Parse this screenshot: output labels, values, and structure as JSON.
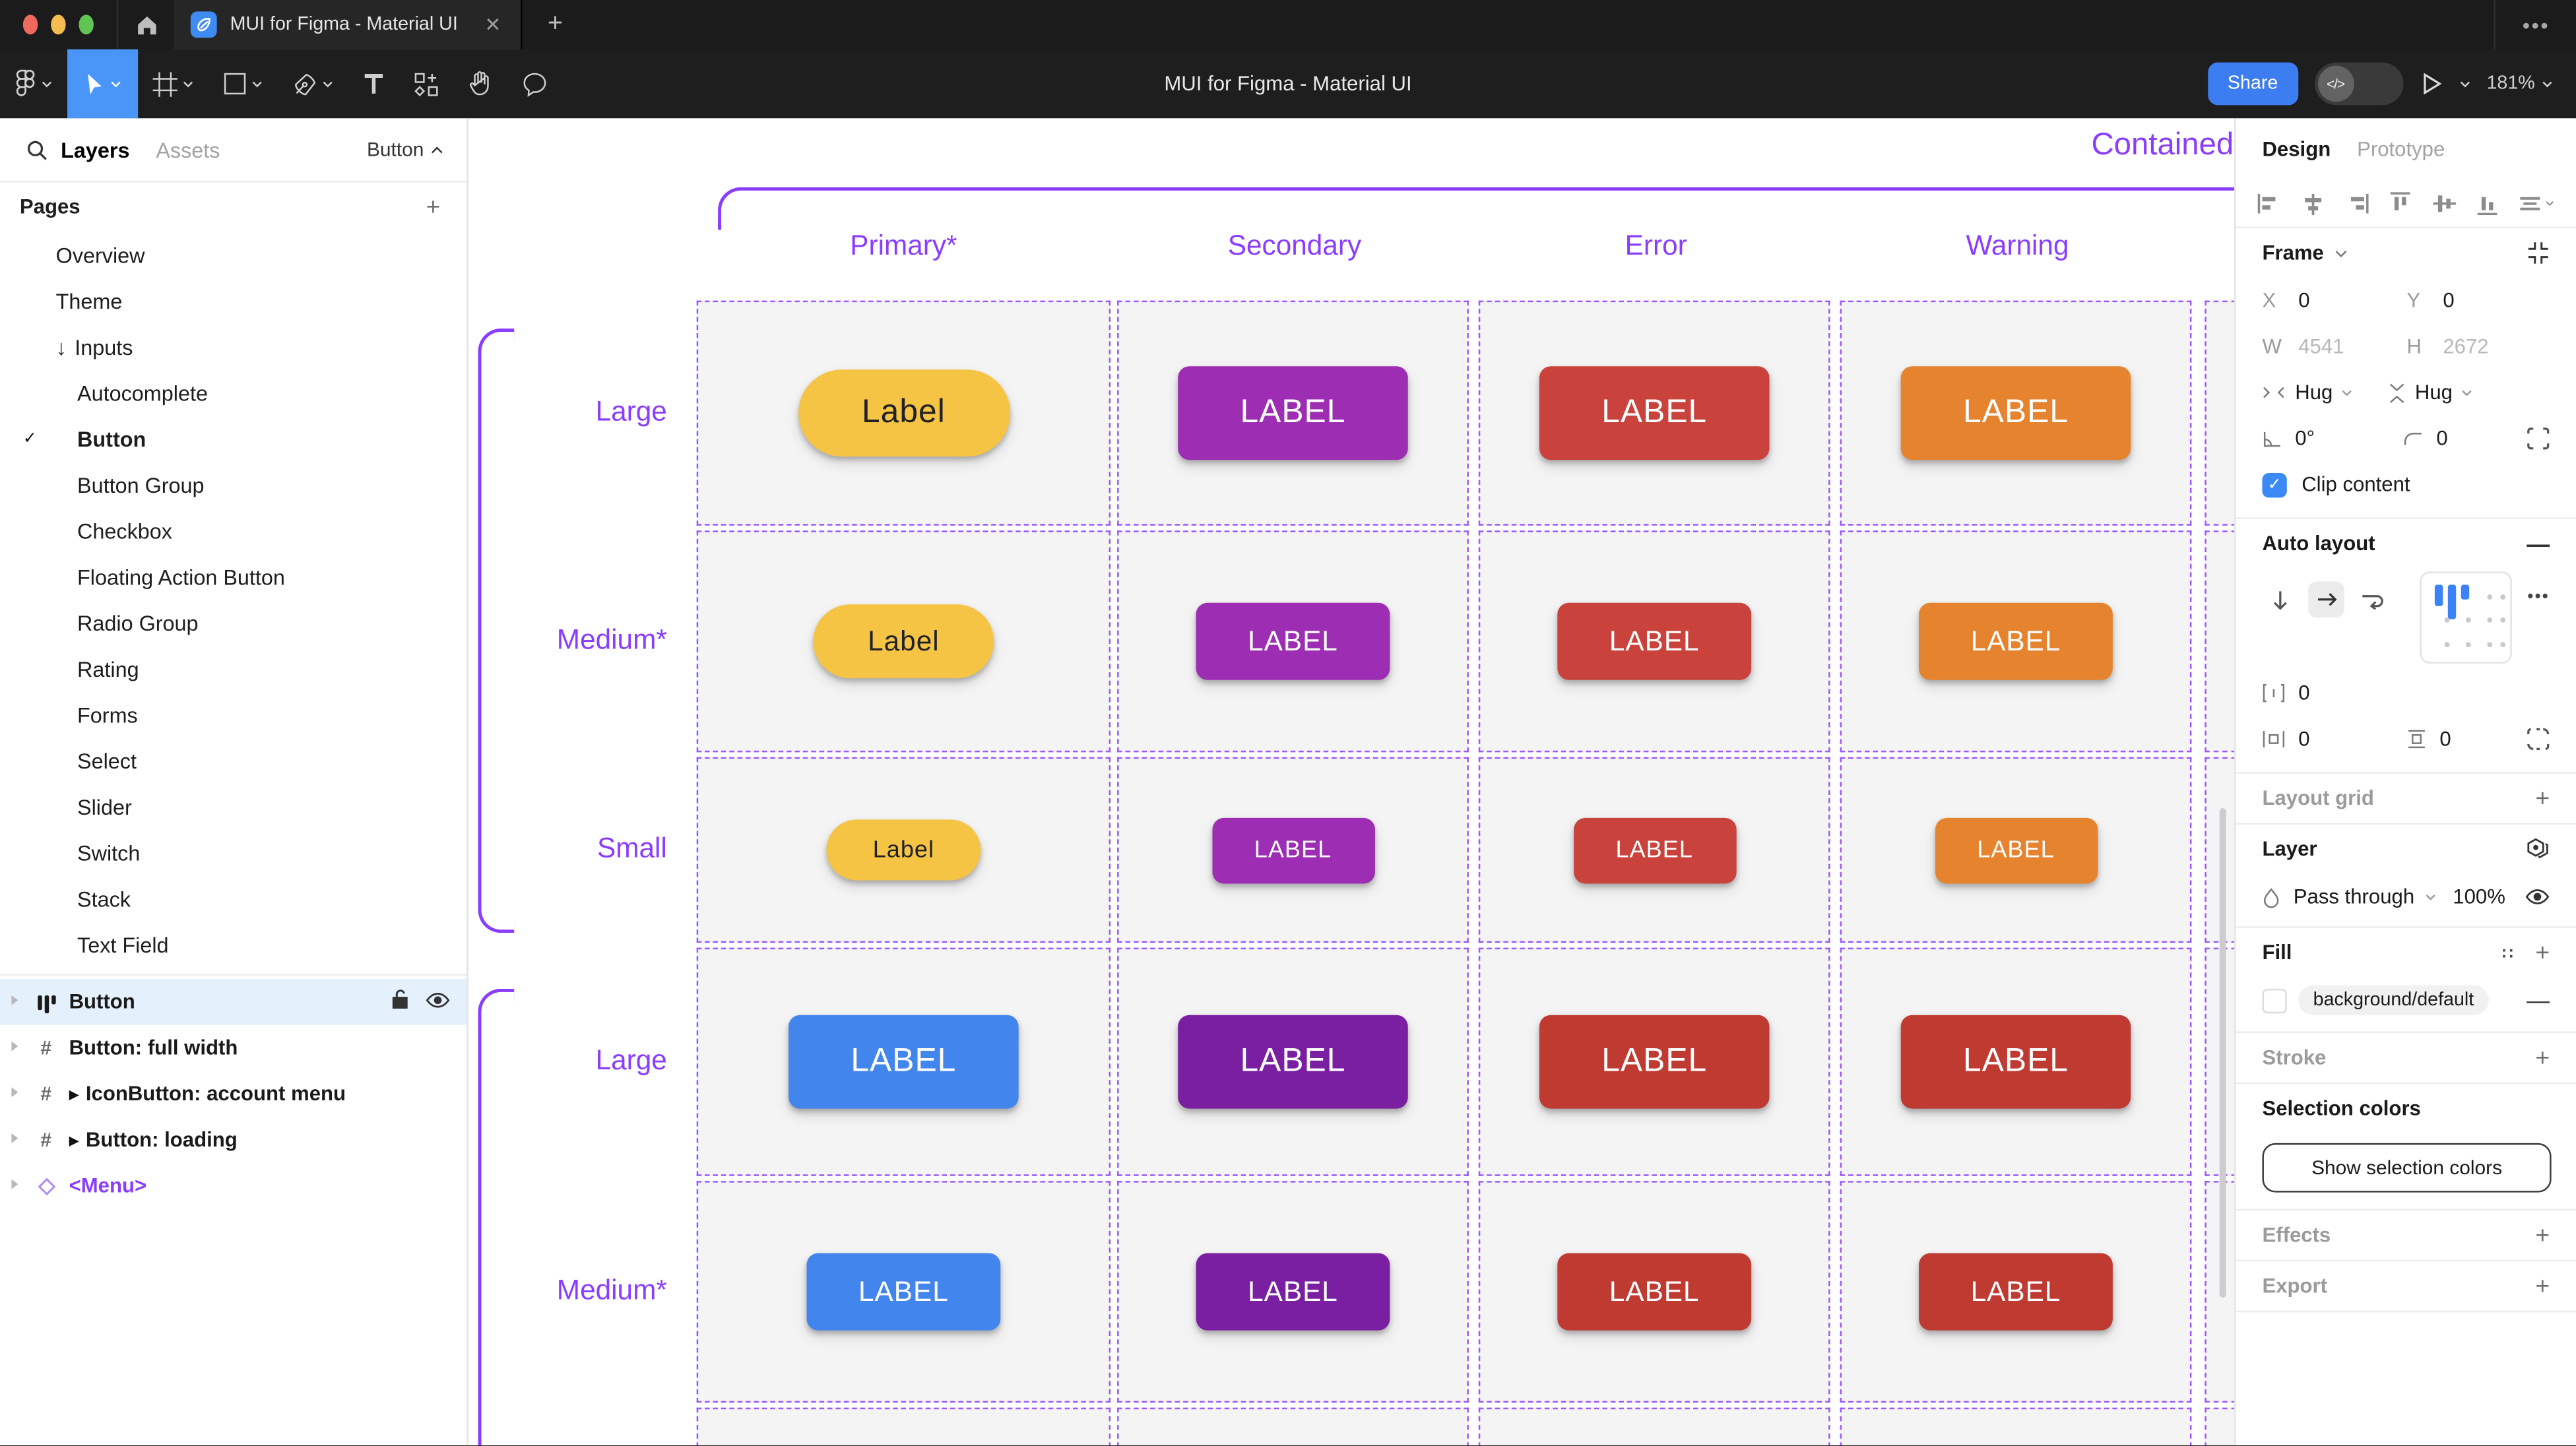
{
  "window": {
    "title": "MUI for Figma - Material UI",
    "close_label": "✕",
    "new_tab_label": "+",
    "more_label": "•••",
    "traffic_colors": [
      "#EE6A5F",
      "#F5BD4F",
      "#61C354"
    ]
  },
  "toolbar": {
    "document_title": "MUI for Figma - Material UI",
    "share_label": "Share",
    "dev_mode_glyph": "</>",
    "zoom_level": "181%",
    "tools": [
      "figma-menu",
      "move-tool",
      "frame-tool",
      "shape-tool",
      "pen-tool",
      "text-tool",
      "resources-tool",
      "hand-tool",
      "comment-tool"
    ]
  },
  "left_panel": {
    "tabs": [
      {
        "label": "Layers"
      },
      {
        "label": "Assets"
      }
    ],
    "component_chip": "Button",
    "pages_title": "Pages",
    "pages": [
      {
        "label": "Overview"
      },
      {
        "label": "Theme"
      },
      {
        "label": "Inputs",
        "arrow": "↓"
      },
      {
        "label": "Autocomplete",
        "indent": true
      },
      {
        "label": "Button",
        "indent": true,
        "active": true,
        "check": "✓"
      },
      {
        "label": "Button Group",
        "indent": true
      },
      {
        "label": "Checkbox",
        "indent": true
      },
      {
        "label": "Floating Action Button",
        "indent": true
      },
      {
        "label": "Radio Group",
        "indent": true
      },
      {
        "label": "Rating",
        "indent": true
      },
      {
        "label": "Forms",
        "indent": true
      },
      {
        "label": "Select",
        "indent": true
      },
      {
        "label": "Slider",
        "indent": true
      },
      {
        "label": "Switch",
        "indent": true
      },
      {
        "label": "Stack",
        "indent": true
      },
      {
        "label": "Text Field",
        "indent": true
      }
    ],
    "layers": [
      {
        "label": "Button",
        "icon": "auto-layout",
        "selected": true
      },
      {
        "label": "Button: full width",
        "icon": "frame"
      },
      {
        "label": "IconButton: account menu",
        "icon": "frame",
        "component": true
      },
      {
        "label": "Button: loading",
        "icon": "frame",
        "component": true
      },
      {
        "label": "<Menu>",
        "icon": "instance",
        "instance": true
      }
    ]
  },
  "canvas": {
    "frame_title": "Contained",
    "annotation_color": "#8B3DFF",
    "columns": [
      "Primary*",
      "Secondary",
      "Error",
      "Warning"
    ],
    "rows": [
      {
        "label": "Large",
        "size": "lg",
        "buttons": [
          {
            "text": "Label",
            "bg": "#F6C445",
            "fg": "#202124",
            "pill": true
          },
          {
            "text": "LABEL",
            "bg": "#9D2DB3",
            "fg": "#FFFFFF"
          },
          {
            "text": "LABEL",
            "bg": "#C9423B",
            "fg": "#FFFFFF"
          },
          {
            "text": "LABEL",
            "bg": "#E5832F",
            "fg": "#FFFFFF"
          }
        ]
      },
      {
        "label": "Medium*",
        "size": "md",
        "buttons": [
          {
            "text": "Label",
            "bg": "#F6C445",
            "fg": "#202124",
            "pill": true
          },
          {
            "text": "LABEL",
            "bg": "#9D2DB3",
            "fg": "#FFFFFF"
          },
          {
            "text": "LABEL",
            "bg": "#C9423B",
            "fg": "#FFFFFF"
          },
          {
            "text": "LABEL",
            "bg": "#E5832F",
            "fg": "#FFFFFF"
          }
        ]
      },
      {
        "label": "Small",
        "size": "sm",
        "buttons": [
          {
            "text": "Label",
            "bg": "#F6C445",
            "fg": "#202124",
            "pill": true
          },
          {
            "text": "LABEL",
            "bg": "#9D2DB3",
            "fg": "#FFFFFF"
          },
          {
            "text": "LABEL",
            "bg": "#C9423B",
            "fg": "#FFFFFF"
          },
          {
            "text": "LABEL",
            "bg": "#E5832F",
            "fg": "#FFFFFF"
          }
        ]
      },
      {
        "label": "Large",
        "size": "lg",
        "buttons": [
          {
            "text": "LABEL",
            "bg": "#4285EC",
            "fg": "#FFFFFF"
          },
          {
            "text": "LABEL",
            "bg": "#7A1FA2",
            "fg": "#FFFFFF"
          },
          {
            "text": "LABEL",
            "bg": "#BF3A31",
            "fg": "#FFFFFF"
          },
          {
            "text": "LABEL",
            "bg": "#BF3A31",
            "fg": "#FFFFFF"
          }
        ]
      },
      {
        "label": "Medium*",
        "size": "md",
        "buttons": [
          {
            "text": "LABEL",
            "bg": "#4285EC",
            "fg": "#FFFFFF"
          },
          {
            "text": "LABEL",
            "bg": "#7A1FA2",
            "fg": "#FFFFFF"
          },
          {
            "text": "LABEL",
            "bg": "#BF3A31",
            "fg": "#FFFFFF"
          },
          {
            "text": "LABEL",
            "bg": "#BF3A31",
            "fg": "#FFFFFF"
          }
        ]
      }
    ]
  },
  "right_panel": {
    "tabs": [
      {
        "label": "Design",
        "active": true
      },
      {
        "label": "Prototype"
      }
    ],
    "frame": {
      "title": "Frame",
      "x_label": "X",
      "x_value": "0",
      "y_label": "Y",
      "y_value": "0",
      "w_label": "W",
      "w_value": "4541",
      "h_label": "H",
      "h_value": "2672",
      "h_sizing": "Hug",
      "v_sizing": "Hug",
      "rotation": "0°",
      "corner_radius": "0",
      "clip_label": "Clip content"
    },
    "auto_layout": {
      "title": "Auto layout",
      "gap_value": "0",
      "pad_h_value": "0",
      "pad_v_value": "0"
    },
    "layout_grid_title": "Layout grid",
    "layer": {
      "title": "Layer",
      "blend_mode": "Pass through",
      "opacity": "100%"
    },
    "fill": {
      "title": "Fill",
      "style_name": "background/default"
    },
    "stroke_title": "Stroke",
    "selection": {
      "title": "Selection colors",
      "show_button": "Show selection colors"
    },
    "effects_title": "Effects",
    "export_title": "Export"
  }
}
